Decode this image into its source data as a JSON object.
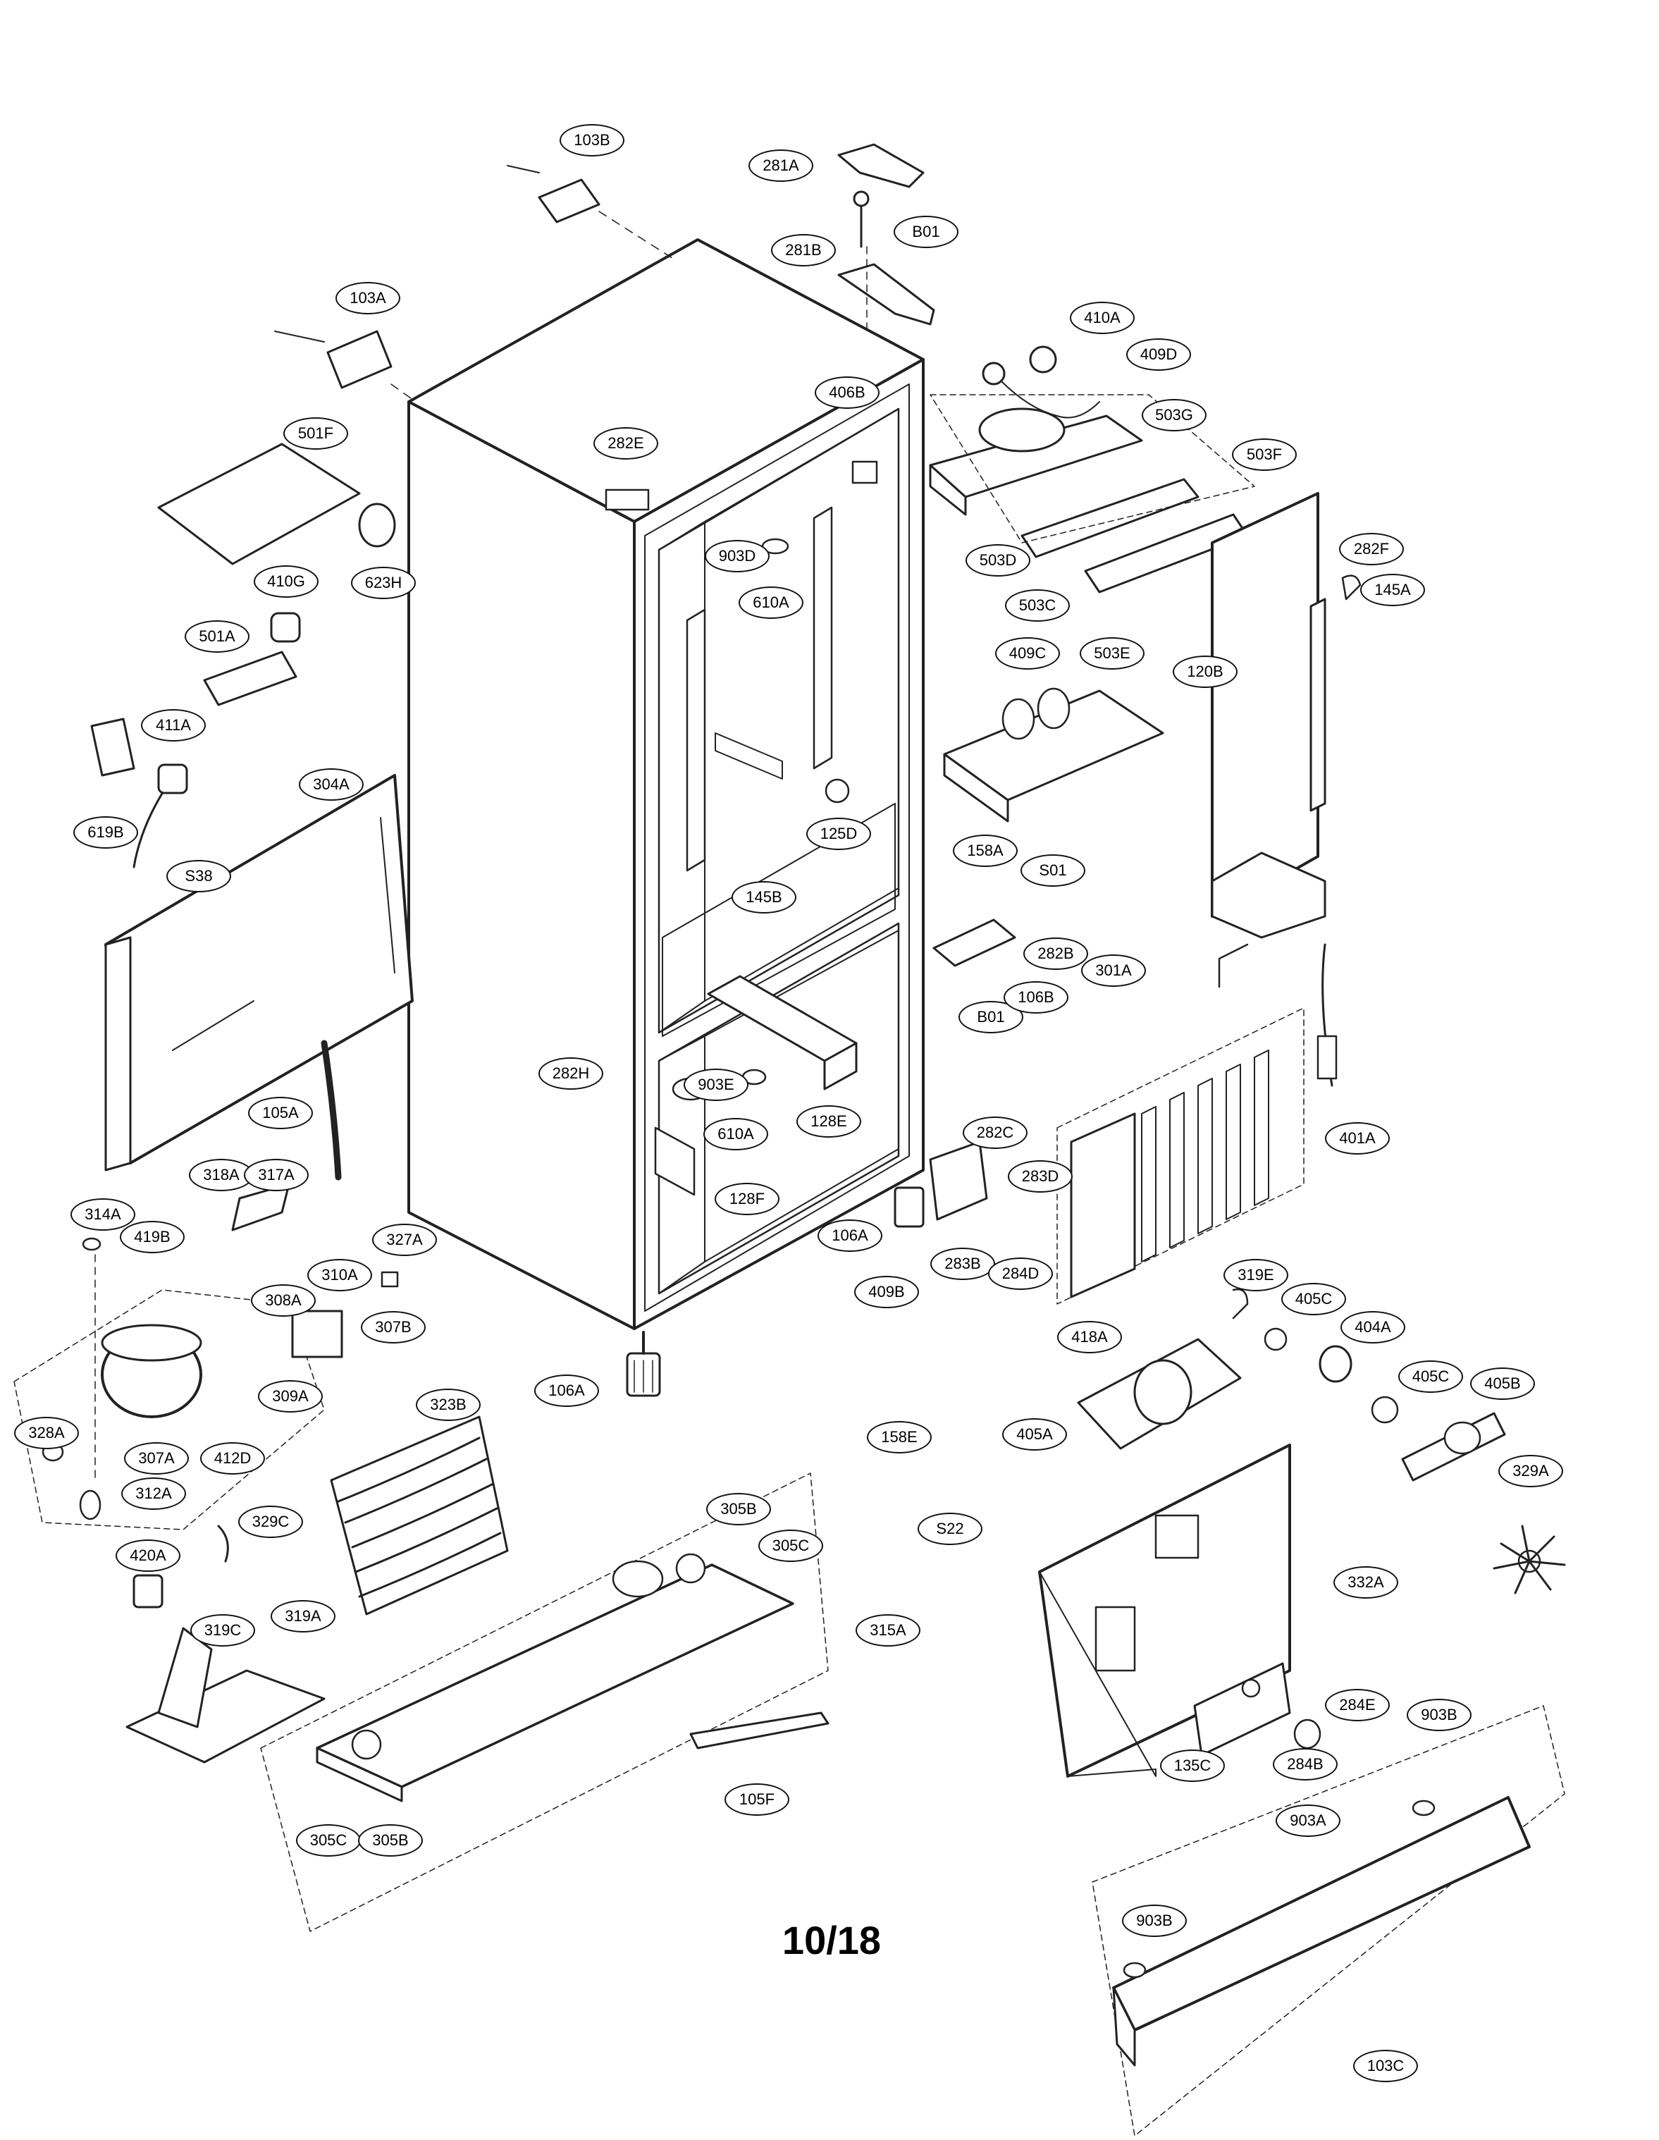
{
  "page_number": "10/18",
  "callouts": [
    {
      "id": "103B",
      "label": "103B"
    },
    {
      "id": "281A",
      "label": "281A"
    },
    {
      "id": "B01-top",
      "label": "B01"
    },
    {
      "id": "281B",
      "label": "281B"
    },
    {
      "id": "103A",
      "label": "103A"
    },
    {
      "id": "410A",
      "label": "410A"
    },
    {
      "id": "409D",
      "label": "409D"
    },
    {
      "id": "501F",
      "label": "501F"
    },
    {
      "id": "406B",
      "label": "406B"
    },
    {
      "id": "282E",
      "label": "282E"
    },
    {
      "id": "503G",
      "label": "503G"
    },
    {
      "id": "503F",
      "label": "503F"
    },
    {
      "id": "903D-top",
      "label": "903D"
    },
    {
      "id": "623H",
      "label": "623H"
    },
    {
      "id": "503D",
      "label": "503D"
    },
    {
      "id": "282F",
      "label": "282F"
    },
    {
      "id": "610A-top",
      "label": "610A"
    },
    {
      "id": "410G",
      "label": "410G"
    },
    {
      "id": "503C",
      "label": "503C"
    },
    {
      "id": "145A",
      "label": "145A"
    },
    {
      "id": "503E",
      "label": "503E"
    },
    {
      "id": "501A",
      "label": "501A"
    },
    {
      "id": "409C",
      "label": "409C"
    },
    {
      "id": "120B",
      "label": "120B"
    },
    {
      "id": "411A",
      "label": "411A"
    },
    {
      "id": "304A",
      "label": "304A"
    },
    {
      "id": "125D",
      "label": "125D"
    },
    {
      "id": "619B",
      "label": "619B"
    },
    {
      "id": "158A",
      "label": "158A"
    },
    {
      "id": "S38",
      "label": "S38"
    },
    {
      "id": "S01",
      "label": "S01"
    },
    {
      "id": "145B",
      "label": "145B"
    },
    {
      "id": "282B",
      "label": "282B"
    },
    {
      "id": "301A",
      "label": "301A"
    },
    {
      "id": "B01-mid",
      "label": "B01"
    },
    {
      "id": "106B",
      "label": "106B"
    },
    {
      "id": "282H",
      "label": "282H"
    },
    {
      "id": "903E",
      "label": "903E"
    },
    {
      "id": "105A",
      "label": "105A"
    },
    {
      "id": "128E",
      "label": "128E"
    },
    {
      "id": "610A-mid",
      "label": "610A"
    },
    {
      "id": "401A",
      "label": "401A"
    },
    {
      "id": "282C",
      "label": "282C"
    },
    {
      "id": "318A",
      "label": "318A"
    },
    {
      "id": "317A",
      "label": "317A"
    },
    {
      "id": "283D",
      "label": "283D"
    },
    {
      "id": "128F",
      "label": "128F"
    },
    {
      "id": "314A",
      "label": "314A"
    },
    {
      "id": "419B",
      "label": "419B"
    },
    {
      "id": "106A-mid",
      "label": "106A"
    },
    {
      "id": "327A",
      "label": "327A"
    },
    {
      "id": "283B",
      "label": "283B"
    },
    {
      "id": "284D",
      "label": "284D"
    },
    {
      "id": "310A",
      "label": "310A"
    },
    {
      "id": "308A",
      "label": "308A"
    },
    {
      "id": "319E",
      "label": "319E"
    },
    {
      "id": "418A",
      "label": "418A"
    },
    {
      "id": "409B",
      "label": "409B"
    },
    {
      "id": "405C-a",
      "label": "405C"
    },
    {
      "id": "307B",
      "label": "307B"
    },
    {
      "id": "404A",
      "label": "404A"
    },
    {
      "id": "106A-bot",
      "label": "106A"
    },
    {
      "id": "405C-b",
      "label": "405C"
    },
    {
      "id": "405B",
      "label": "405B"
    },
    {
      "id": "309A",
      "label": "309A"
    },
    {
      "id": "323B",
      "label": "323B"
    },
    {
      "id": "328A",
      "label": "328A"
    },
    {
      "id": "307A",
      "label": "307A"
    },
    {
      "id": "412D",
      "label": "412D"
    },
    {
      "id": "158E",
      "label": "158E"
    },
    {
      "id": "405A",
      "label": "405A"
    },
    {
      "id": "329A",
      "label": "329A"
    },
    {
      "id": "312A",
      "label": "312A"
    },
    {
      "id": "329C",
      "label": "329C"
    },
    {
      "id": "305B-top",
      "label": "305B"
    },
    {
      "id": "305C-top",
      "label": "305C"
    },
    {
      "id": "S22",
      "label": "S22"
    },
    {
      "id": "420A",
      "label": "420A"
    },
    {
      "id": "332A",
      "label": "332A"
    },
    {
      "id": "319C",
      "label": "319C"
    },
    {
      "id": "319A",
      "label": "319A"
    },
    {
      "id": "315A",
      "label": "315A"
    },
    {
      "id": "284E",
      "label": "284E"
    },
    {
      "id": "903B-top",
      "label": "903B"
    },
    {
      "id": "105F",
      "label": "105F"
    },
    {
      "id": "135C",
      "label": "135C"
    },
    {
      "id": "284B",
      "label": "284B"
    },
    {
      "id": "903A",
      "label": "903A"
    },
    {
      "id": "305C-bot",
      "label": "305C"
    },
    {
      "id": "305B-bot",
      "label": "305B"
    },
    {
      "id": "903B-bot",
      "label": "903B"
    },
    {
      "id": "103C",
      "label": "103C"
    }
  ]
}
